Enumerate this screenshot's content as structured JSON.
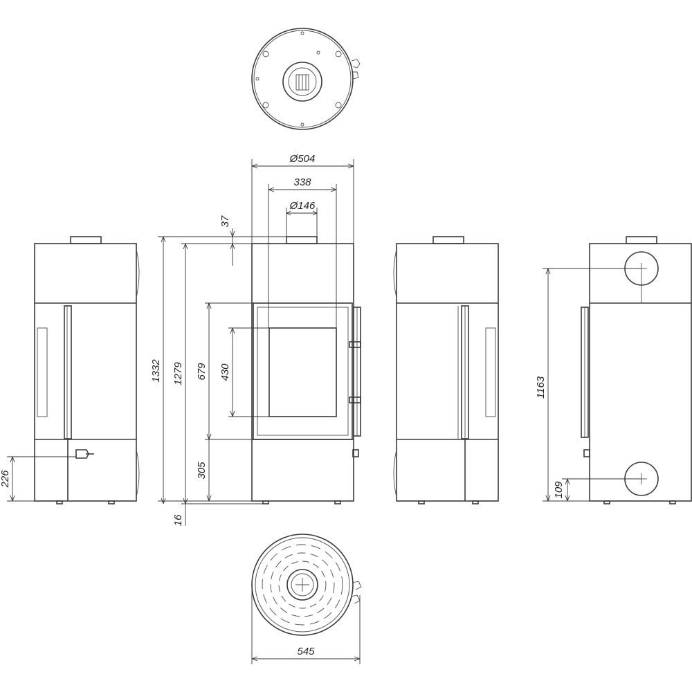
{
  "dimensions": {
    "diameter_body": "Ø504",
    "width_338": "338",
    "flue_diameter": "Ø146",
    "top_offset": "37",
    "height_total": "1332",
    "height_flue_center": "1279",
    "height_door": "679",
    "height_glass": "430",
    "height_base": "305",
    "feet": "16",
    "ash_height": "226",
    "rear_height_top": "1163",
    "rear_height_bottom": "109",
    "width_base": "545"
  },
  "colors": {
    "line": "#3a3a3a",
    "background": "#ffffff"
  }
}
